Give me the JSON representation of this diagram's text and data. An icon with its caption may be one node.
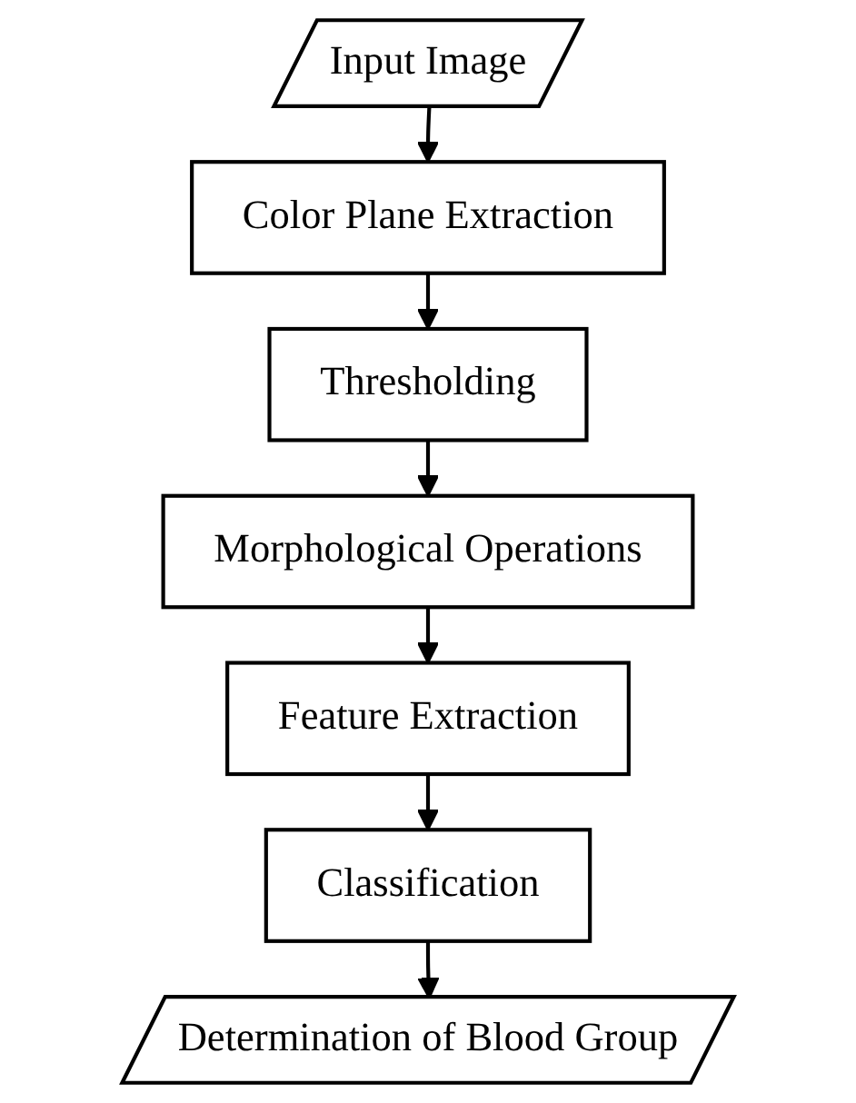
{
  "diagram": {
    "nodes": [
      {
        "text": [
          "Input Image"
        ]
      },
      {
        "text": [
          "Color Plane Extraction"
        ]
      },
      {
        "text": [
          "Thresholding"
        ]
      },
      {
        "text": [
          "Morphological Operations"
        ]
      },
      {
        "text": [
          "Feature Extraction"
        ]
      },
      {
        "text": [
          "Classification"
        ]
      },
      {
        "text": [
          "Determination of Blood Group"
        ]
      }
    ],
    "edges": [
      {
        "from": 0,
        "to": 1,
        "arrow": "to"
      },
      {
        "from": 1,
        "to": 2,
        "arrow": "to"
      },
      {
        "from": 2,
        "to": 3,
        "arrow": "to"
      },
      {
        "from": 3,
        "to": 4,
        "arrow": "to"
      },
      {
        "from": 4,
        "to": 5,
        "arrow": "to"
      },
      {
        "from": 5,
        "to": 6,
        "arrow": "to"
      }
    ]
  }
}
